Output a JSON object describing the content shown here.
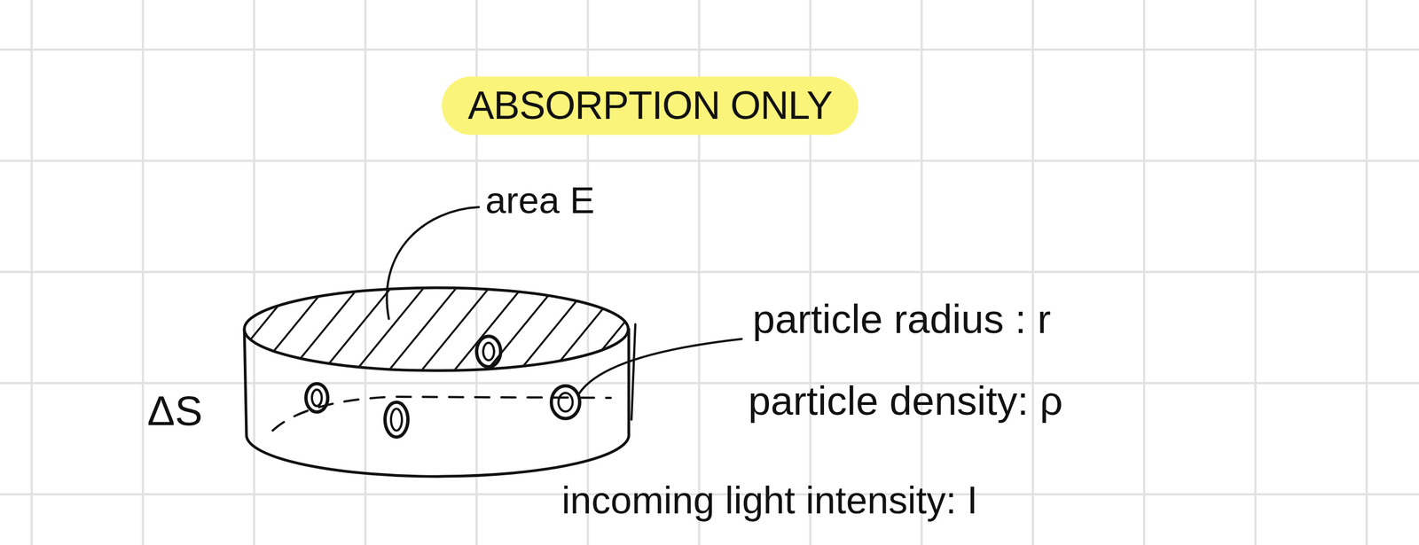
{
  "diagram": {
    "title": "ABSORPTION ONLY",
    "labels": [
      "area E",
      "ΔS",
      "particle radius : r",
      "particle density: ρ",
      "incoming light intensity: I"
    ]
  }
}
